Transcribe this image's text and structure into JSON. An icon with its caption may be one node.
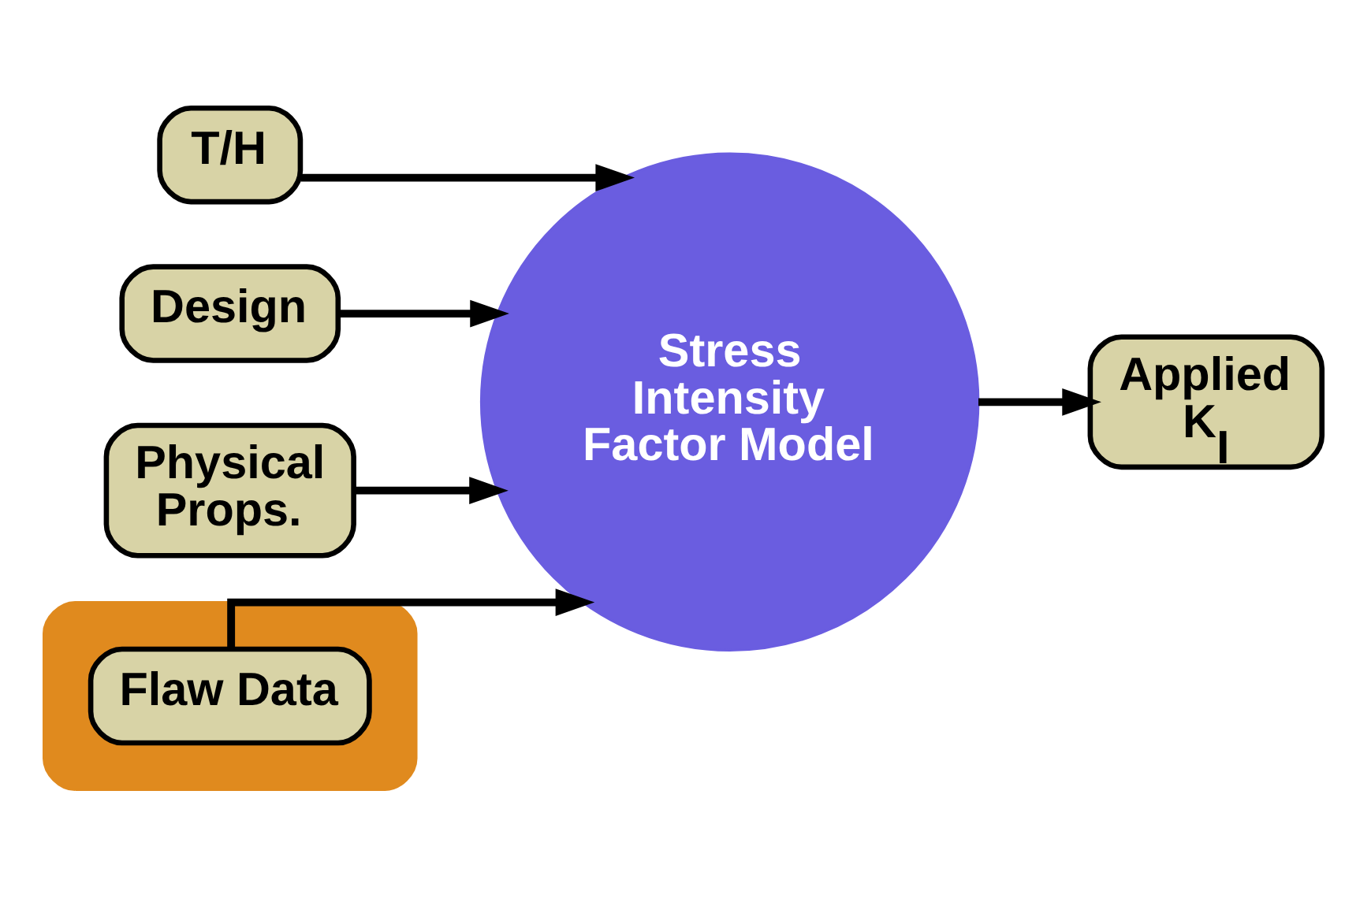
{
  "diagram": {
    "nodes": [
      {
        "text": [
          "T/H"
        ]
      },
      {
        "text": [
          "Design"
        ]
      },
      {
        "text": [
          "Physical Props."
        ]
      },
      {
        "text": [],
        "shape": "ellipse"
      },
      {
        "text": [
          "Flaw Data"
        ],
        "in": 3
      },
      {
        "text": [
          "Stress Intensity Factor Model"
        ]
      },
      {
        "text": [
          "Applied K$_{I}$"
        ]
      }
    ],
    "edges": [
      {
        "from": 0,
        "to": 5,
        "arrow": "to"
      },
      {
        "from": 1,
        "to": 5,
        "arrow": "to"
      },
      {
        "from": 2,
        "to": 5,
        "arrow": "to"
      },
      {
        "from": 4,
        "to": 5,
        "arrow": "to"
      },
      {
        "from": 5,
        "to": 6,
        "arrow": "to"
      }
    ]
  }
}
